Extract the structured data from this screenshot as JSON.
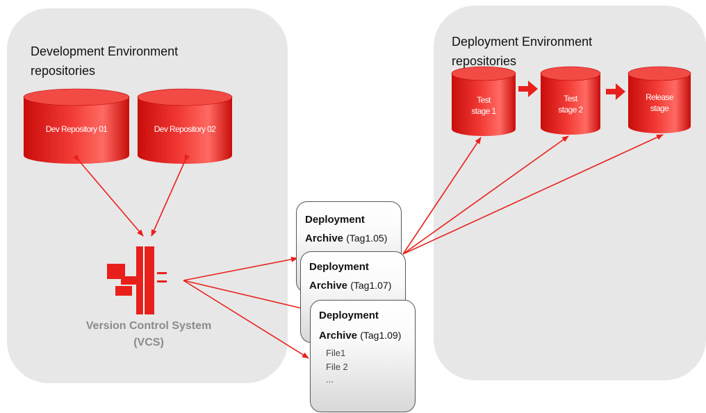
{
  "dev_env": {
    "title_line1": "Development Environment",
    "title_line2": "repositories"
  },
  "dev_repos": [
    {
      "label": "Dev Repository 01"
    },
    {
      "label": "Dev Repository 02"
    }
  ],
  "deploy_env": {
    "title_line1": "Deployment Environment",
    "title_line2": "repositories"
  },
  "stages": [
    {
      "line1": "Test",
      "line2": "stage 1"
    },
    {
      "line1": "Test",
      "line2": "stage 2"
    },
    {
      "line1": "Release",
      "line2": "stage"
    }
  ],
  "vcs": {
    "line1": "Version Control System",
    "line2": "(VCS)",
    "icon": "vcs-server-icon"
  },
  "archives": [
    {
      "title": "Deployment",
      "label": "Archive",
      "tag_open": "(",
      "tag": "Tag1.05)"
    },
    {
      "title": "Deployment",
      "label": "Archive",
      "tag_open": "(",
      "tag": "Tag1.07)"
    },
    {
      "title": "Deployment",
      "label": "Archive",
      "tag_open": "(",
      "tag": "Tag1.09)",
      "files": [
        "File1",
        "File 2",
        "..."
      ]
    }
  ],
  "colors": {
    "accent": "#e8201c",
    "panel": "#e7e7e7",
    "vcs_text": "#8a8a8a"
  }
}
